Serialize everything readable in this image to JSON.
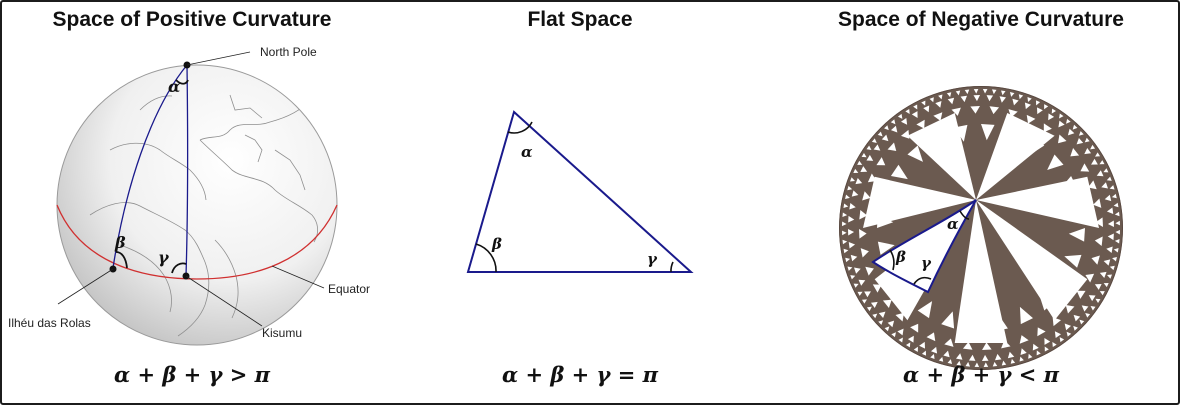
{
  "panels": {
    "positive": {
      "title": "Space of Positive Curvature",
      "formula": "α + β + γ > π",
      "labels": {
        "north_pole": "North Pole",
        "equator": "Equator",
        "ilheu": "Ilhéu das Rolas",
        "kisumu": "Kisumu"
      },
      "angles": {
        "alpha": "α",
        "beta": "β",
        "gamma": "γ"
      }
    },
    "flat": {
      "title": "Flat Space",
      "formula": "α + β + γ = π",
      "angles": {
        "alpha": "α",
        "beta": "β",
        "gamma": "γ"
      }
    },
    "negative": {
      "title": "Space of Negative Curvature",
      "formula": "α + β + γ < π",
      "angles": {
        "alpha": "α",
        "beta": "β",
        "gamma": "γ"
      }
    }
  },
  "colors": {
    "triangle_edge": "#1a1a8c",
    "equator": "#d03030",
    "disk_fill": "#6b5a50",
    "globe_shade": "#e4e4e4"
  }
}
